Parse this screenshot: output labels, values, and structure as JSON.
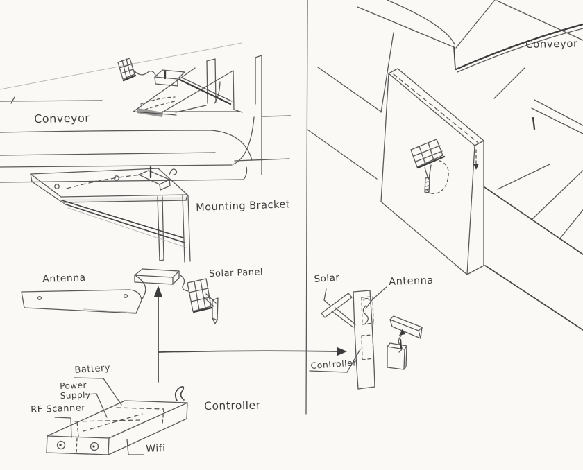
{
  "figure": {
    "kind": "hand-drawn pencil concept sketch, two views separated by a vertical divider",
    "colors": {
      "paper": "#faf9f6",
      "pencil": "#5a5a5a",
      "pencil_dark": "#3c3c3c",
      "pencil_faint": "#b9b9b9"
    }
  },
  "labels": {
    "left": {
      "conveyor": "Conveyor",
      "mounting_bracket": "Mounting Bracket",
      "antenna": "Antenna",
      "solar_panel": "Solar Panel",
      "battery": "Battery",
      "power_supply": "Power\nSupply",
      "rf_scanner": "RF Scanner",
      "controller": "Controller",
      "wifi": "Wifi"
    },
    "right": {
      "conveyor": "Conveyor",
      "solar": "Solar",
      "antenna": "Antenna",
      "controller": "Controller"
    }
  }
}
